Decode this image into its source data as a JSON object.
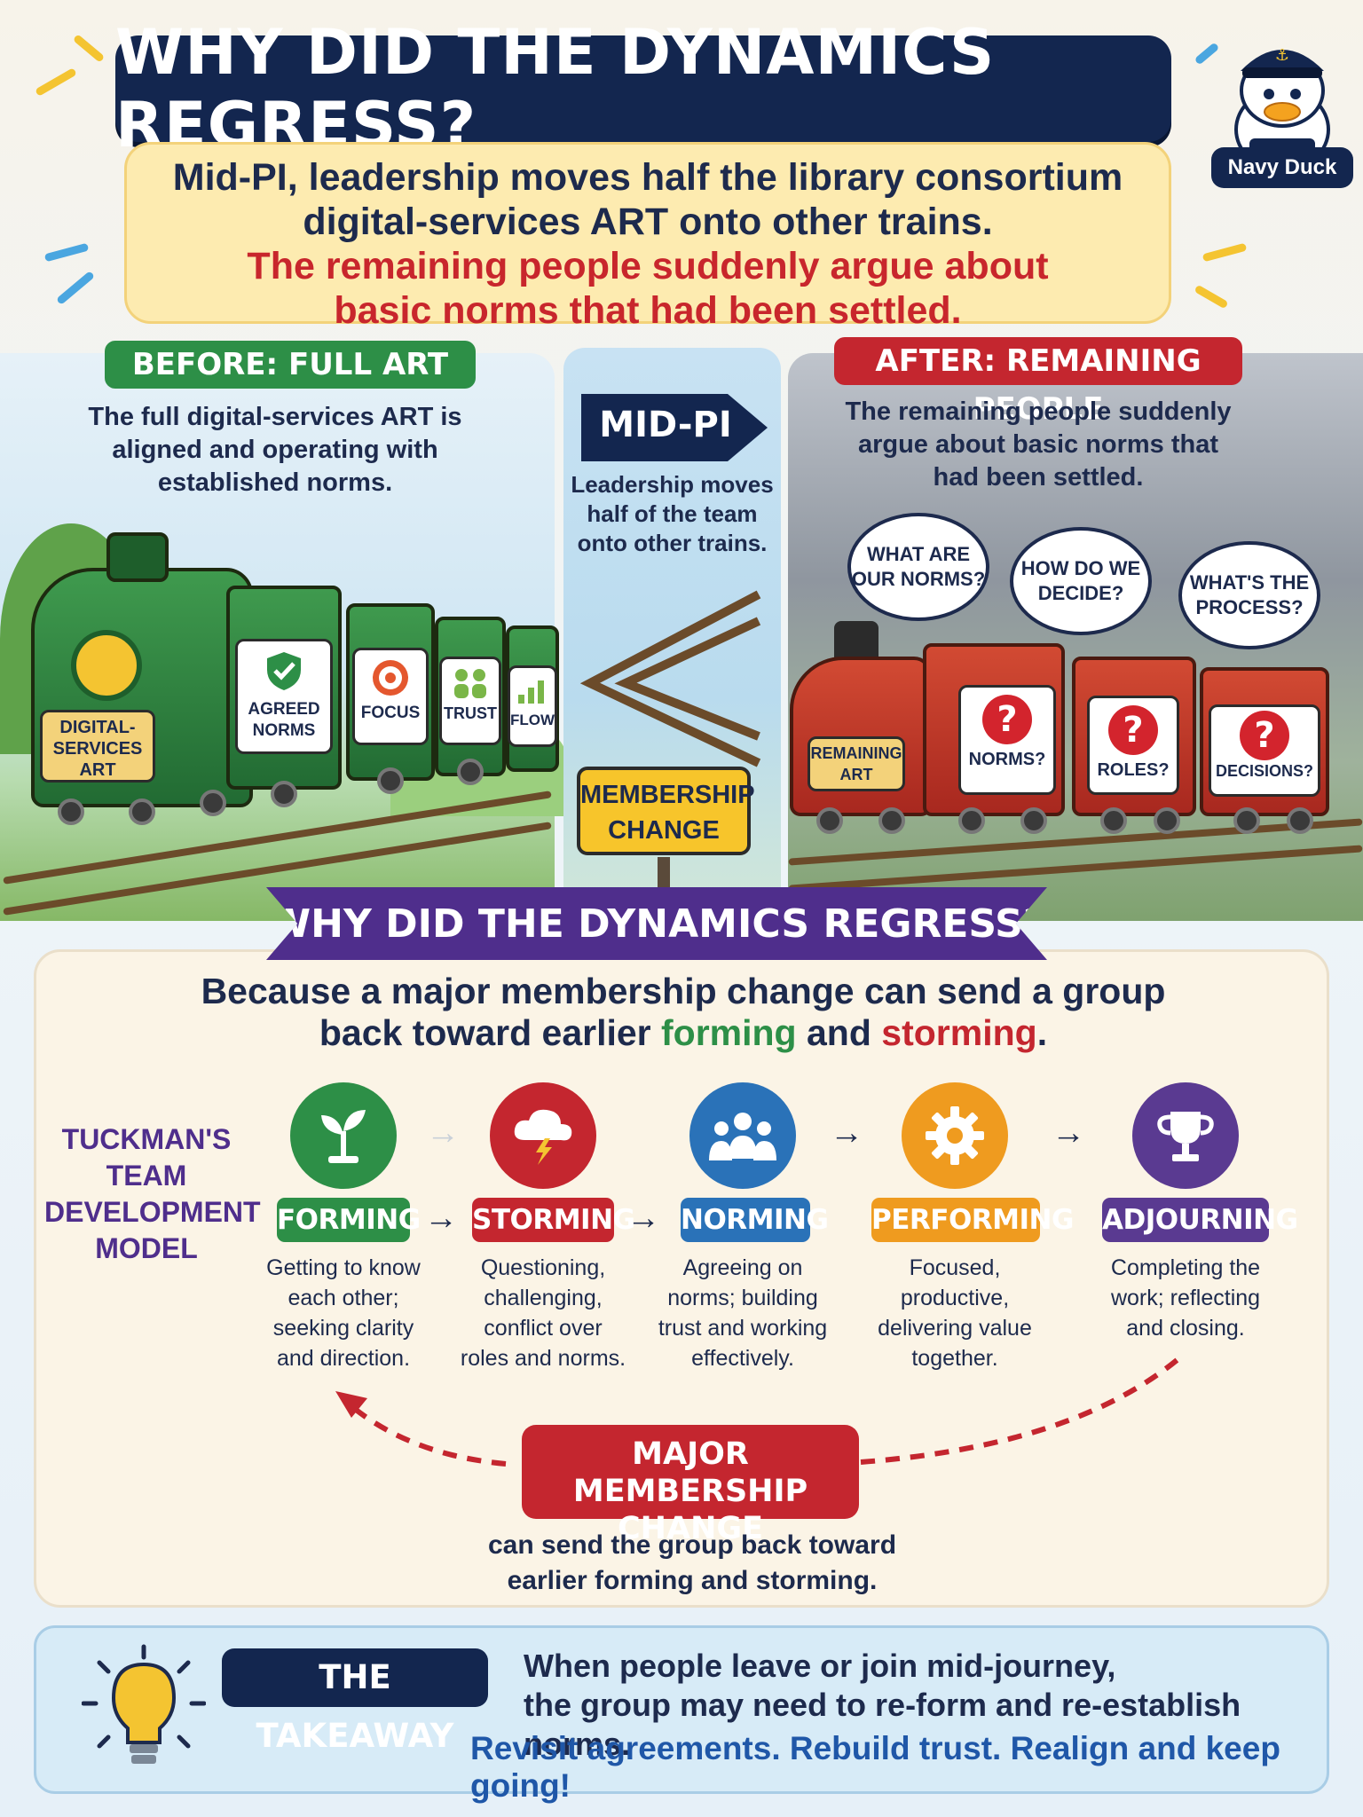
{
  "title": "WHY DID THE DYNAMICS REGRESS?",
  "mascot": {
    "label": "Navy Duck",
    "icon": "duck-captain-icon"
  },
  "intro": {
    "line1": "Mid-PI, leadership moves half the library consortium",
    "line2": "digital-services ART onto other trains.",
    "line3": "The remaining people suddenly argue about",
    "line4": "basic norms that had been settled."
  },
  "before": {
    "tag": "BEFORE: FULL ART",
    "text1": "The full digital-services ART is",
    "text2": "aligned and operating with",
    "text3": "established norms.",
    "engine_label1": "DIGITAL-",
    "engine_label2": "SERVICES",
    "engine_label3": "ART",
    "cars": [
      "AGREED NORMS",
      "FOCUS",
      "TRUST",
      "FLOW"
    ]
  },
  "midpi": {
    "label": "MID-PI",
    "text1": "Leadership moves",
    "text2": "half of the team",
    "text3": "onto other trains.",
    "sign1": "MEMBERSHIP",
    "sign2": "CHANGE"
  },
  "after": {
    "tag": "AFTER: REMAINING PEOPLE",
    "text1": "The remaining people suddenly",
    "text2": "argue about basic norms that",
    "text3": "had been settled.",
    "bubbles": [
      {
        "l1": "WHAT ARE",
        "l2": "OUR NORMS?"
      },
      {
        "l1": "HOW DO WE",
        "l2": "DECIDE?"
      },
      {
        "l1": "WHAT'S THE",
        "l2": "PROCESS?"
      }
    ],
    "engine_label1": "REMAINING",
    "engine_label2": "ART",
    "cars": [
      "NORMS?",
      "ROLES?",
      "DECISIONS?"
    ]
  },
  "section2": {
    "ribbon": "WHY DID THE DYNAMICS REGRESS?",
    "because_a": "Because a major membership change can send a group",
    "because_b": "back toward earlier ",
    "forming": "forming",
    "and": " and ",
    "storming": "storming",
    "period": ".",
    "model_title1": "TUCKMAN'S",
    "model_title2": "TEAM",
    "model_title3": "DEVELOPMENT",
    "model_title4": "MODEL"
  },
  "stages": [
    {
      "name": "FORMING",
      "color": "#2d8f47",
      "icon": "sprout-icon",
      "d1": "Getting to know",
      "d2": "each other;",
      "d3": "seeking clarity",
      "d4": "and direction."
    },
    {
      "name": "STORMING",
      "color": "#c4262f",
      "icon": "storm-cloud-icon",
      "d1": "Questioning,",
      "d2": "challenging,",
      "d3": "conflict over",
      "d4": "roles and norms."
    },
    {
      "name": "NORMING",
      "color": "#2a72b8",
      "icon": "team-icon",
      "d1": "Agreeing on",
      "d2": "norms; building",
      "d3": "trust and working",
      "d4": "effectively."
    },
    {
      "name": "PERFORMING",
      "color": "#ef9b1f",
      "icon": "gear-icon",
      "d1": "Focused,",
      "d2": "productive,",
      "d3": "delivering value",
      "d4": "together."
    },
    {
      "name": "ADJOURNING",
      "color": "#5a3a91",
      "icon": "trophy-icon",
      "d1": "Completing the",
      "d2": "work; reflecting",
      "d3": "and closing.",
      "d4": ""
    }
  ],
  "regression": {
    "label1": "MAJOR MEMBERSHIP",
    "label2": "CHANGE",
    "sub1": "can send the group back toward",
    "sub2": "earlier forming and storming."
  },
  "takeaway": {
    "tag": "THE TAKEAWAY",
    "line1": "When people leave or join mid-journey,",
    "line2": "the group may need to re-form and re-establish norms.",
    "line3": "Revisit agreements. Rebuild trust. Realign and keep going!",
    "icon": "lightbulb-icon"
  }
}
